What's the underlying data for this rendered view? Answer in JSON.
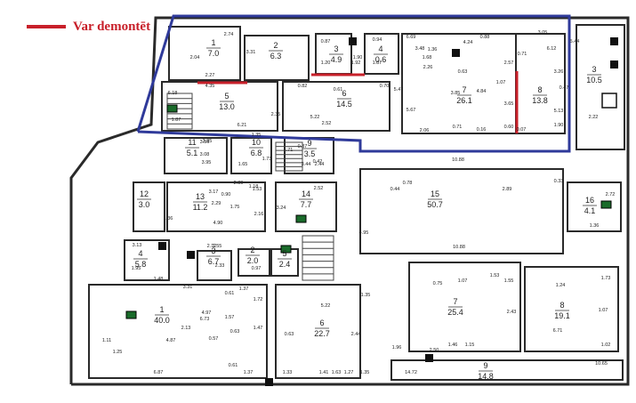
{
  "legend": {
    "label": "Var demontēt",
    "color": "#c8202a"
  },
  "highlight_color": "#2f3a9a",
  "rooms": [
    {
      "id": "r-a1",
      "num": "1",
      "area": "7.0"
    },
    {
      "id": "r-a2",
      "num": "2",
      "area": "6.3"
    },
    {
      "id": "r-a3",
      "num": "3",
      "area": "4.9"
    },
    {
      "id": "r-a4",
      "num": "4",
      "area": "0.6"
    },
    {
      "id": "r-a5",
      "num": "5",
      "area": "13.0"
    },
    {
      "id": "r-a6",
      "num": "6",
      "area": "14.5"
    },
    {
      "id": "r-a7",
      "num": "7",
      "area": "26.1"
    },
    {
      "id": "r-a8",
      "num": "8",
      "area": "13.8"
    },
    {
      "id": "r-b3",
      "num": "3",
      "area": "10.5"
    },
    {
      "id": "r-11",
      "num": "11",
      "area": "5.1"
    },
    {
      "id": "r-10",
      "num": "10",
      "area": "6.8"
    },
    {
      "id": "r-9a",
      "num": "9",
      "area": "3.5"
    },
    {
      "id": "r-12",
      "num": "12",
      "area": "3.0"
    },
    {
      "id": "r-13",
      "num": "13",
      "area": "11.2"
    },
    {
      "id": "r-14",
      "num": "14",
      "area": "7.7"
    },
    {
      "id": "r-15",
      "num": "15",
      "area": "50.7"
    },
    {
      "id": "r-16",
      "num": "16",
      "area": "4.1"
    },
    {
      "id": "r-s4",
      "num": "4",
      "area": "5.8"
    },
    {
      "id": "r-s3",
      "num": "3",
      "area": "6.7"
    },
    {
      "id": "r-s2",
      "num": "2",
      "area": "2.0"
    },
    {
      "id": "r-s5",
      "num": "5",
      "area": "2.4"
    },
    {
      "id": "r-s1",
      "num": "1",
      "area": "40.0"
    },
    {
      "id": "r-s6",
      "num": "6",
      "area": "22.7"
    },
    {
      "id": "r-s7",
      "num": "7",
      "area": "25.4"
    },
    {
      "id": "r-s8",
      "num": "8",
      "area": "19.1"
    },
    {
      "id": "r-s9",
      "num": "9",
      "area": "14.8"
    }
  ],
  "dimensions": [
    "2.74",
    "2.04",
    "3.31",
    "0.87",
    "1.20",
    "1.90",
    "0.94",
    "1.87",
    "6.69",
    "4.24",
    "0.88",
    "3.05",
    "5.44",
    "6.12",
    "1.68",
    "1.36",
    "3.48",
    "0.63",
    "0.71",
    "2.57",
    "3.26",
    "0.47",
    "2.27",
    "4.35",
    "0.61",
    "1.92",
    "0.82",
    "2.26",
    "5.47",
    "3.85",
    "4.84",
    "1.07",
    "3.65",
    "3.95",
    "3.08",
    "5.13",
    "6.18",
    "1.87",
    "5.22",
    "2.52",
    "0.70",
    "2.35",
    "5.67",
    "2.06",
    "0.71",
    "0.16",
    "0.60",
    "1.90",
    "0.07",
    "2.22",
    "6.21",
    "1.35",
    "2.89",
    "1.71",
    "0.37",
    "0.42",
    "3.56",
    "3.95",
    "1.65",
    "1.73",
    "3.44",
    "2.44",
    "10.88",
    "0.78",
    "0.33",
    "2.72",
    "0.44",
    "2.89",
    "1.53",
    "3.17",
    "0.90",
    "1.18",
    "2.16",
    "3.24",
    "2.52",
    "2.29",
    "1.75",
    "1.36",
    "4.90",
    "4.95",
    "10.88",
    "1.36",
    "3.13",
    "1.95",
    "2.12",
    "1.48",
    "3.31",
    "2.33",
    "1.55",
    "0.97",
    "0.61",
    "1.57",
    "0.63",
    "1.72",
    "1.37",
    "1.35",
    "5.22",
    "0.75",
    "1.53",
    "1.55",
    "1.73",
    "1.24",
    "1.07",
    "4.97",
    "2.13",
    "4.87",
    "6.73",
    "0.57",
    "1.15",
    "2.43",
    "6.71",
    "1.02",
    "1.96",
    "2.50",
    "1.46",
    "1.07",
    "1.25",
    "6.87",
    "0.61",
    "1.37",
    "1.33",
    "1.41",
    "1.63",
    "1.27",
    "1.35",
    "14.72",
    "10.65",
    "0.63",
    "1.47",
    "2.44",
    "1.11"
  ]
}
